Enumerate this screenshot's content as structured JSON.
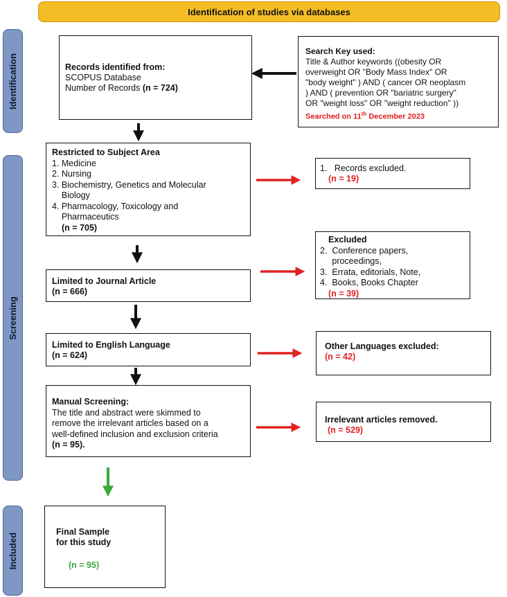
{
  "header": {
    "title": "Identification of studies via databases"
  },
  "phases": {
    "identification": "Identification",
    "screening": "Screening",
    "included": "Included"
  },
  "records": {
    "title": "Records identified from:",
    "line1": "SCOPUS Database",
    "line2_prefix": "Number of Records ",
    "line2_count": "(n = 724)"
  },
  "search": {
    "title": "Search Key used:",
    "lines": [
      "Title & Author keywords ((obesity  OR",
      "overweight  OR  \"Body Mass Index\"  OR",
      "\"body weight\" )  AND  ( cancer  OR  neoplasm",
      " )  AND  ( prevention  OR  \"bariatric surgery\"",
      "OR  \"weight loss\"  OR  \"weight reduction\" ))"
    ],
    "date_prefix": "Searched on 11",
    "date_sup": "th",
    "date_suffix": " December 2023"
  },
  "subject": {
    "title": "Restricted to Subject Area",
    "items": [
      "1.  Medicine",
      "2.  Nursing",
      "3. Biochemistry, Genetics and Molecular",
      "    Biology",
      "4. Pharmacology, Toxicology and",
      "    Pharmaceutics"
    ],
    "count": "(n = 705)"
  },
  "excluded1": {
    "text": "1.   Records excluded.",
    "count": "(n = 19)"
  },
  "excluded2": {
    "title": "Excluded",
    "items": [
      "2.  Conference papers,",
      "     proceedings,",
      "3.  Errata, editorials, Note,",
      "4.  Books, Books Chapter"
    ],
    "count": "(n = 39)"
  },
  "journal": {
    "title": "Limited to Journal Article",
    "count": "(n = 666)"
  },
  "english": {
    "title": "Limited to English Language",
    "count": "(n = 624)"
  },
  "languages": {
    "title": "Other Languages excluded:",
    "count": "(n = 42)"
  },
  "manual": {
    "title": "Manual Screening:",
    "lines": [
      "The title and abstract were skimmed to",
      "remove the irrelevant articles based on a",
      "well-defined inclusion and exclusion criteria"
    ],
    "count": "(n = 95)."
  },
  "irrelevant": {
    "title": "Irrelevant articles removed.",
    "count": "(n = 529)"
  },
  "final": {
    "line1": "Final Sample",
    "line2": "for this study",
    "count": "(n = 95)"
  },
  "colors": {
    "header": "#f5bd25",
    "phase": "#7f97c4",
    "red": "#e02222",
    "green": "#3bab3b",
    "arrow": "#111111"
  }
}
